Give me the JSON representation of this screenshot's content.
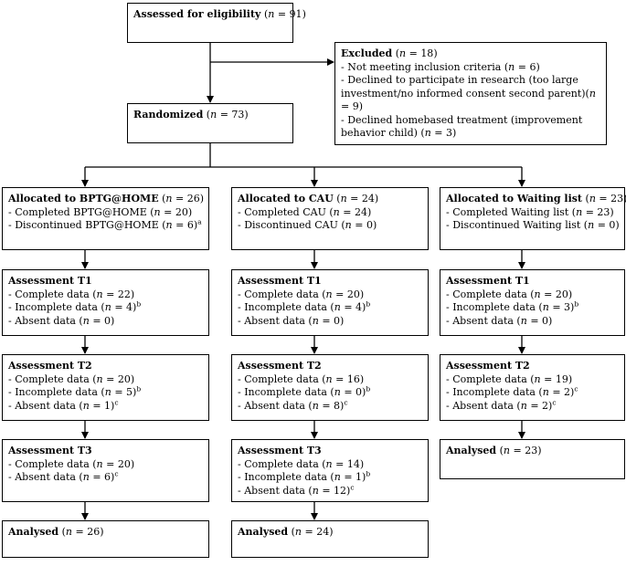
{
  "boxes": {
    "eligibility": {
      "title": "Assessed for eligibility",
      "n": "91"
    },
    "excluded": {
      "title": "Excluded",
      "n": "18",
      "items": [
        {
          "text": "- Not meeting inclusion criteria (",
          "n": "6",
          "after": ")"
        },
        {
          "text": "- Declined to participate in research (too large investment/no informed consent second parent)(",
          "n": "9",
          "after": ")"
        },
        {
          "text": "- Declined homebased treatment (improvement behavior child) (",
          "n": "3",
          "after": ")"
        }
      ]
    },
    "randomized": {
      "title": "Randomized",
      "n": "73"
    },
    "alloc_bptg": {
      "title": "Allocated to BPTG@HOME",
      "n": "26",
      "items": [
        {
          "text": "- Completed BPTG@HOME (",
          "n": "20",
          "after": ")"
        },
        {
          "text": "- Discontinued BPTG@HOME (",
          "n": "6",
          "after": ")",
          "sup": "a"
        }
      ]
    },
    "alloc_cau": {
      "title": "Allocated to CAU",
      "n": "24",
      "items": [
        {
          "text": "- Completed CAU (",
          "n": "24",
          "after": ")"
        },
        {
          "text": "- Discontinued CAU (",
          "n": "0",
          "after": ")"
        }
      ]
    },
    "alloc_wait": {
      "title": "Allocated to Waiting list",
      "n": "23",
      "items": [
        {
          "text": "- Completed Waiting list (",
          "n": "23",
          "after": ")"
        },
        {
          "text": "- Discontinued Waiting list (",
          "n": "0",
          "after": ")"
        }
      ]
    },
    "t1_bptg": {
      "title": "Assessment T1",
      "items": [
        {
          "text": "- Complete data (",
          "n": "22",
          "after": ")"
        },
        {
          "text": "- Incomplete data (",
          "n": "4",
          "after": ")",
          "sup": "b"
        },
        {
          "text": "- Absent data (",
          "n": "0",
          "after": ")"
        }
      ]
    },
    "t1_cau": {
      "title": "Assessment T1",
      "items": [
        {
          "text": "- Complete data (",
          "n": "20",
          "after": ")"
        },
        {
          "text": "- Incomplete data (",
          "n": "4",
          "after": ")",
          "sup": "b"
        },
        {
          "text": "- Absent data (",
          "n": "0",
          "after": ")"
        }
      ]
    },
    "t1_wait": {
      "title": "Assessment T1",
      "items": [
        {
          "text": "- Complete data (",
          "n": "20",
          "after": ")"
        },
        {
          "text": "- Incomplete data (",
          "n": "3",
          "after": ")",
          "sup": "b"
        },
        {
          "text": "- Absent data (",
          "n": "0",
          "after": ")"
        }
      ]
    },
    "t2_bptg": {
      "title": "Assessment T2",
      "items": [
        {
          "text": "- Complete data (",
          "n": "20",
          "after": ")"
        },
        {
          "text": "- Incomplete data (",
          "n": "5",
          "after": ")",
          "sup": "b"
        },
        {
          "text": "- Absent data (",
          "n": "1",
          "after": ")",
          "sup": "c"
        }
      ]
    },
    "t2_cau": {
      "title": "Assessment T2",
      "items": [
        {
          "text": "- Complete data (",
          "n": "16",
          "after": ")"
        },
        {
          "text": "- Incomplete data (",
          "n": "0",
          "after": ")",
          "sup": "b"
        },
        {
          "text": "- Absent data (",
          "n": "8",
          "after": ")",
          "sup": "c"
        }
      ]
    },
    "t2_wait": {
      "title": "Assessment T2",
      "items": [
        {
          "text": "- Complete data (",
          "n": "19",
          "after": ")"
        },
        {
          "text": "- Incomplete data (",
          "n": "2",
          "after": ")",
          "sup": "c"
        },
        {
          "text": "- Absent data (",
          "n": "2",
          "after": ")",
          "sup": "c"
        }
      ]
    },
    "t3_bptg": {
      "title": "Assessment T3",
      "items": [
        {
          "text": "- Complete data (",
          "n": "20",
          "after": ")"
        },
        {
          "text": "- Absent data (",
          "n": "6",
          "after": ")",
          "sup": "c"
        }
      ]
    },
    "t3_cau": {
      "title": "Assessment T3",
      "items": [
        {
          "text": "- Complete data (",
          "n": "14",
          "after": ")"
        },
        {
          "text": "- Incomplete data (",
          "n": "1",
          "after": ")",
          "sup": "b"
        },
        {
          "text": "- Absent data (",
          "n": "12",
          "after": ")",
          "sup": "c"
        }
      ]
    },
    "analysed_bptg": {
      "title": "Analysed",
      "n": "26"
    },
    "analysed_cau": {
      "title": "Analysed",
      "n": "24"
    },
    "analysed_wait": {
      "title": "Analysed",
      "n": "23"
    }
  }
}
